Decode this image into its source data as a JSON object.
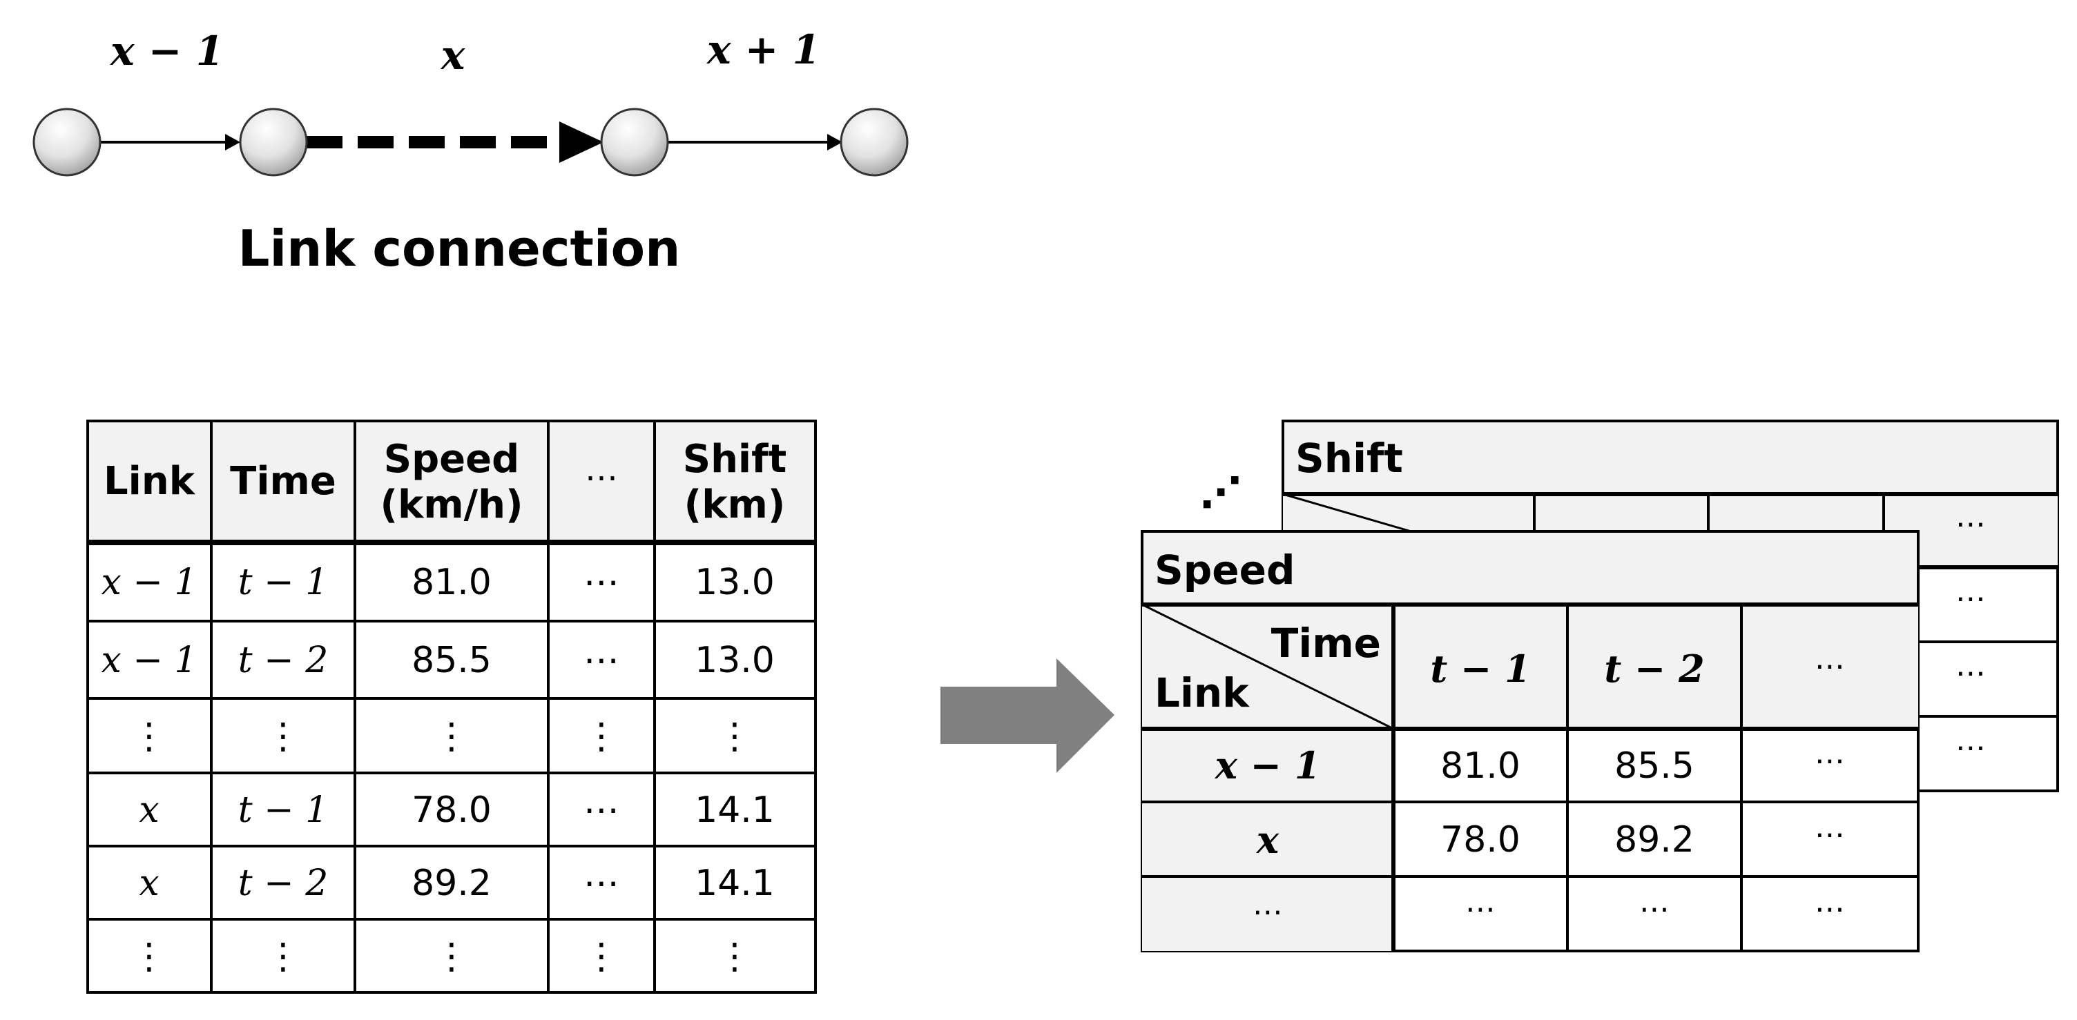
{
  "top": {
    "edge_labels": [
      "x − 1",
      "x",
      "x + 1"
    ],
    "caption": "Link connection"
  },
  "long_table": {
    "headers": [
      "Link",
      "Time",
      [
        "Speed",
        "(km/h)"
      ],
      "⋯",
      [
        "Shift",
        "(km)"
      ]
    ],
    "rows": [
      [
        "x − 1",
        "t − 1",
        "81.0",
        "⋯",
        "13.0"
      ],
      [
        "x − 1",
        "t − 2",
        "85.5",
        "⋯",
        "13.0"
      ],
      [
        "⋮",
        "⋮",
        "⋮",
        "⋮",
        "⋮"
      ],
      [
        "x",
        "t − 1",
        "78.0",
        "⋯",
        "14.1"
      ],
      [
        "x",
        "t − 2",
        "89.2",
        "⋯",
        "14.1"
      ],
      [
        "⋮",
        "⋮",
        "⋮",
        "⋮",
        "⋮"
      ]
    ]
  },
  "stack": {
    "dots": "⋰",
    "back_title": "Shift",
    "back_cells": [
      "⋯",
      "⋯",
      "⋯",
      "⋯"
    ],
    "front_title": "Speed",
    "corner_time": "Time",
    "corner_link": "Link",
    "col_headers": [
      "t − 1",
      "t − 2",
      "⋯"
    ],
    "row_headers": [
      "x − 1",
      "x",
      "⋯"
    ],
    "rows": [
      [
        "81.0",
        "85.5",
        "⋯"
      ],
      [
        "78.0",
        "89.2",
        "⋯"
      ],
      [
        "⋯",
        "⋯",
        "⋯"
      ]
    ]
  },
  "colors": {
    "header_fill": "#f2f2f2",
    "arrow_fill": "#808080",
    "line": "#000000"
  }
}
